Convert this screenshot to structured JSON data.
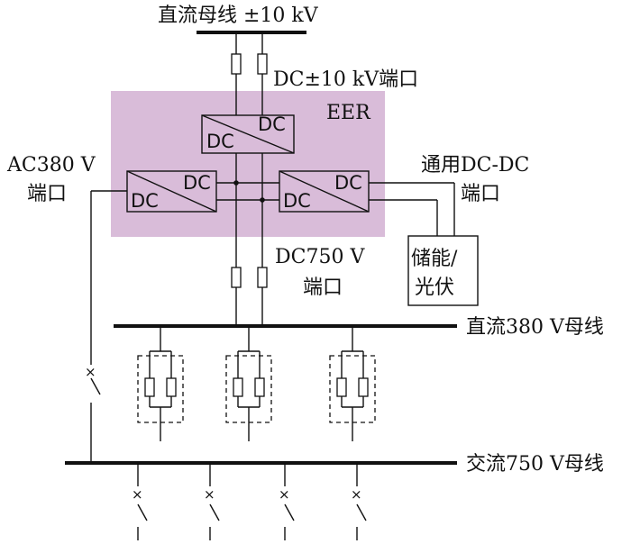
{
  "labels": {
    "top_bus": "直流母线 ±10 kV",
    "dc10_port": "DC±10 kV端口",
    "eer": "EER",
    "ac380_line1": "AC380 V",
    "ac380_line2": "端口",
    "dcdc_line1": "通用DC-DC",
    "dcdc_line2": "端口",
    "storage_line1": "储能/",
    "storage_line2": "光伏",
    "dc750_line1": "DC750 V",
    "dc750_line2": "端口",
    "dc380_bus": "直流380 V母线",
    "ac750_bus": "交流750 V母线"
  },
  "converters": {
    "top_left": "DC",
    "top_right": "DC",
    "left_left": "DC",
    "left_right": "DC",
    "right_left": "DC",
    "right_right": "DC"
  },
  "colors": {
    "eer_region": "#d9bcd9",
    "line": "#111111"
  }
}
